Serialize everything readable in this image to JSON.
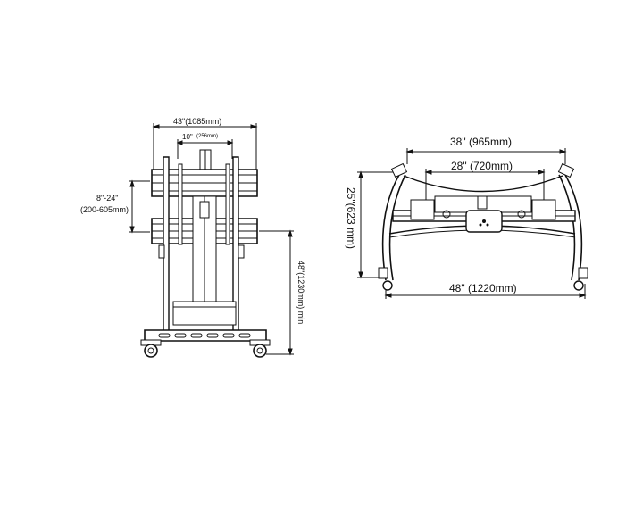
{
  "front_view": {
    "width_label": "43\"(1085mm)",
    "vesa_label": "10\"",
    "vesa_mm_label": "(256mm)",
    "range_label": "8\"-24\"",
    "range_mm_label": "(200-605mm)",
    "height_label": "48\"(1230mm) min"
  },
  "top_view": {
    "outer_width_label": "38\" (965mm)",
    "inner_width_label": "28\" (720mm)",
    "depth_label": "25\"(623 mm)",
    "base_width_label": "48\" (1220mm)"
  }
}
